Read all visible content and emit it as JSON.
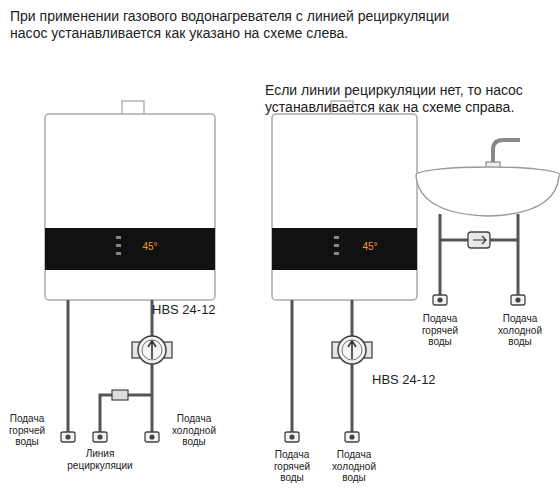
{
  "diagram": {
    "title": "При применении газового водонагревателя с линией рециркуляции насос устанавливается как указано на схеме слева.",
    "labels": [
      "Если линии рециркуляции нет, то насос устанавливается как на схеме справа.",
      "45°",
      "HBS 24-12",
      "Подача горячей воды",
      "Линия рециркуляции",
      "Подача холодной воды",
      "45°",
      "HBS 24-12",
      "Подача горячей воды",
      "Подача холодной воды",
      "Подача горячей воды",
      "Подача холодной воды"
    ]
  }
}
